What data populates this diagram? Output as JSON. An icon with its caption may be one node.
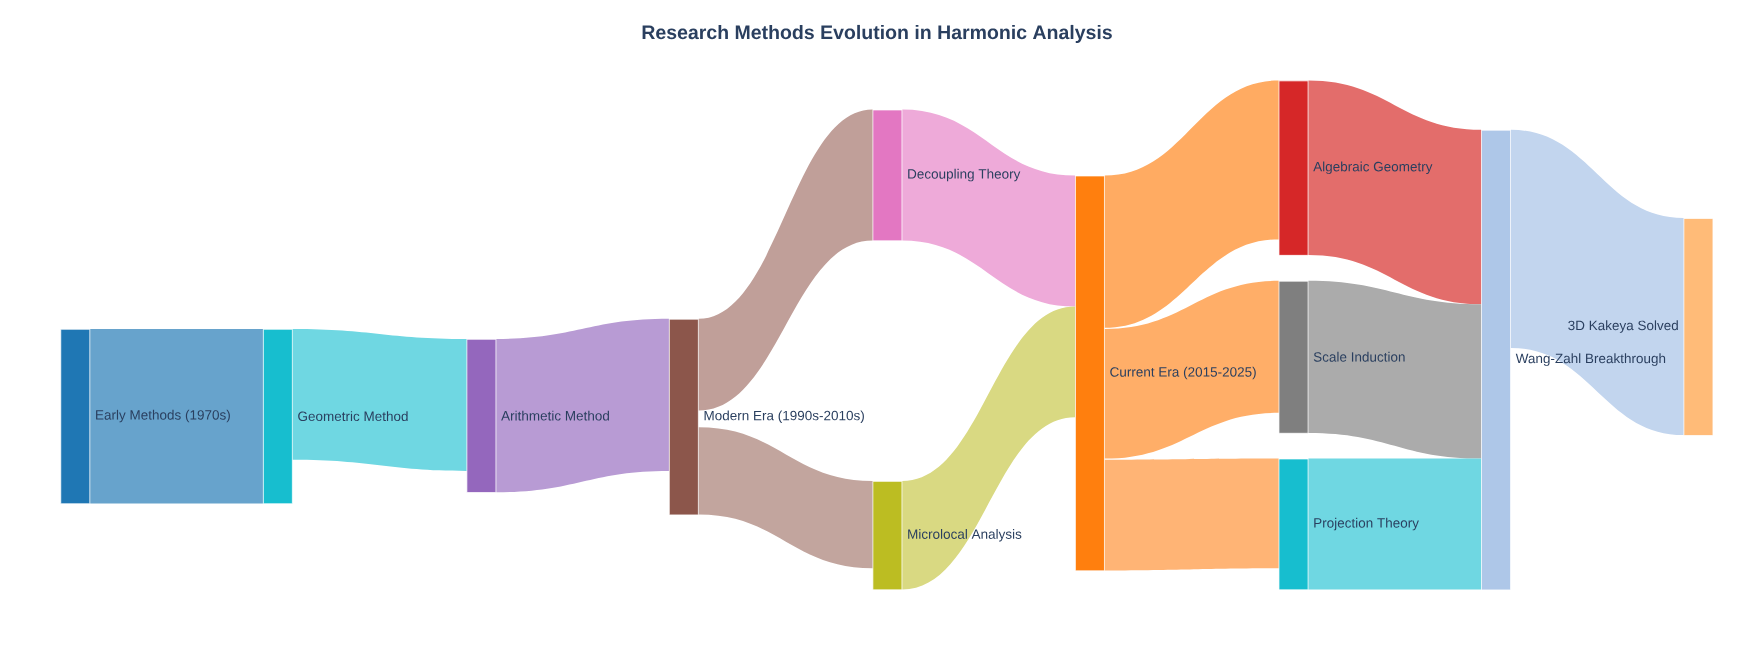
{
  "diagram": {
    "title": "Research Methods Evolution in Harmonic Analysis",
    "nodes": [
      {
        "text": [
          "Early Methods (1970s)"
        ]
      },
      {
        "text": [
          "Geometric Method"
        ]
      },
      {
        "text": [
          "Arithmetic Method"
        ]
      },
      {
        "text": [
          "Modern Era (1990s-2010s)"
        ]
      },
      {
        "text": [
          "Decoupling Theory"
        ]
      },
      {
        "text": [
          "Microlocal Analysis"
        ]
      },
      {
        "text": [
          "Current Era (2015-2025)"
        ]
      },
      {
        "text": [
          "Algebraic Geometry"
        ]
      },
      {
        "text": [
          "Scale Induction"
        ]
      },
      {
        "text": [
          "Projection Theory"
        ]
      },
      {
        "text": [
          "Wang-Zahl Breakthrough"
        ]
      },
      {
        "text": [
          "3D Kakeya Solved"
        ]
      }
    ],
    "edges": [
      {
        "from": 0,
        "to": 1,
        "arrow": "none",
        "color": "#67a3cc"
      },
      {
        "from": 1,
        "to": 2,
        "arrow": "none",
        "color": "#6fd7e2"
      },
      {
        "from": 2,
        "to": 3,
        "arrow": "none",
        "color": "#b89bd4"
      },
      {
        "from": 3,
        "to": 4,
        "arrow": "none",
        "color": "#c09f99"
      },
      {
        "from": 3,
        "to": 5,
        "arrow": "none",
        "color": "#c2a59e"
      },
      {
        "from": 4,
        "to": 6,
        "arrow": "none",
        "color": "#eeaad9"
      },
      {
        "from": 5,
        "to": 6,
        "arrow": "none",
        "color": "#d9d982"
      },
      {
        "from": 6,
        "to": 7,
        "arrow": "none",
        "color": "#ffab62"
      },
      {
        "from": 6,
        "to": 8,
        "arrow": "none",
        "color": "#ffae68"
      },
      {
        "from": 6,
        "to": 9,
        "arrow": "none",
        "color": "#ffb475"
      },
      {
        "from": 7,
        "to": 10,
        "arrow": "none",
        "color": "#e36d6b"
      },
      {
        "from": 8,
        "to": 10,
        "arrow": "none",
        "color": "#ababab"
      },
      {
        "from": 9,
        "to": 10,
        "arrow": "none",
        "color": "#6fd7e2"
      },
      {
        "from": 10,
        "to": 11,
        "arrow": "none",
        "color": "#c2d5ee"
      }
    ]
  }
}
